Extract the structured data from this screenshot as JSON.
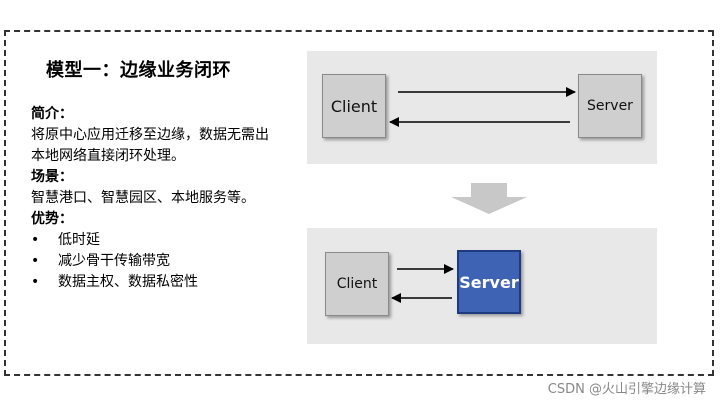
{
  "title": "模型一：边缘业务闭环",
  "intro": {
    "heading": "简介：",
    "text": "将原中心应用迁移至边缘，数据无需出本地网络直接闭环处理。"
  },
  "scene": {
    "heading": "场景：",
    "text": "智慧港口、智慧园区、本地服务等。"
  },
  "advantage": {
    "heading": "优势：",
    "items": [
      "低时延",
      "减少骨干传输带宽",
      "数据主权、数据私密性"
    ]
  },
  "bullet_symbol": "•",
  "top_diagram": {
    "client": "Client",
    "server": "Server"
  },
  "bottom_diagram": {
    "client": "Client",
    "server": "Server"
  },
  "watermark": "CSDN @火山引擎边缘计算",
  "colors": {
    "panel": "#e8e8e8",
    "box_grey": "#cfcfcf",
    "box_blue": "#3f63b4",
    "down_arrow": "#c8c8c8"
  }
}
